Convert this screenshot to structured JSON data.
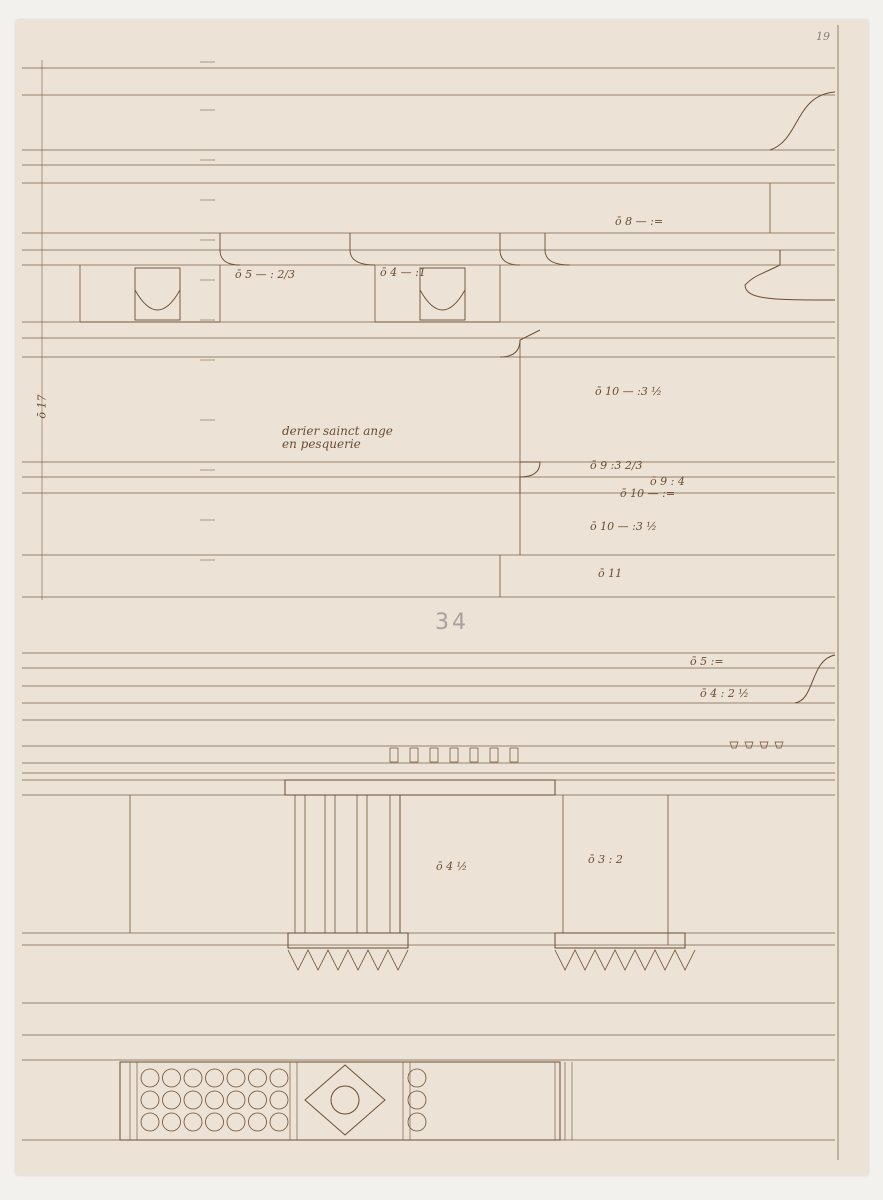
{
  "drawing": {
    "inscription_line1": "derier sainct ange",
    "inscription_line2": "en pesquerie",
    "sheet_number": "34",
    "corner_mark": "19",
    "colors": {
      "paper": "#ece2d5",
      "ink": "#6a4e33",
      "pencil": "#a9a1a0"
    },
    "dimensions": [
      "ō 8 — :=",
      "ō 5 — : 2/3",
      "ō 4 — :1",
      "ō 10 — :3 ½",
      "ō 9 :3 2/3",
      "ō 9 : 4",
      "ō 10 — :=",
      "ō 10 — :3 ½",
      "ō 11",
      "ō 5 :=",
      "ō 4 : 2 ½",
      "ō 4 ½",
      "ō 3 : 2",
      "ō 17"
    ]
  }
}
